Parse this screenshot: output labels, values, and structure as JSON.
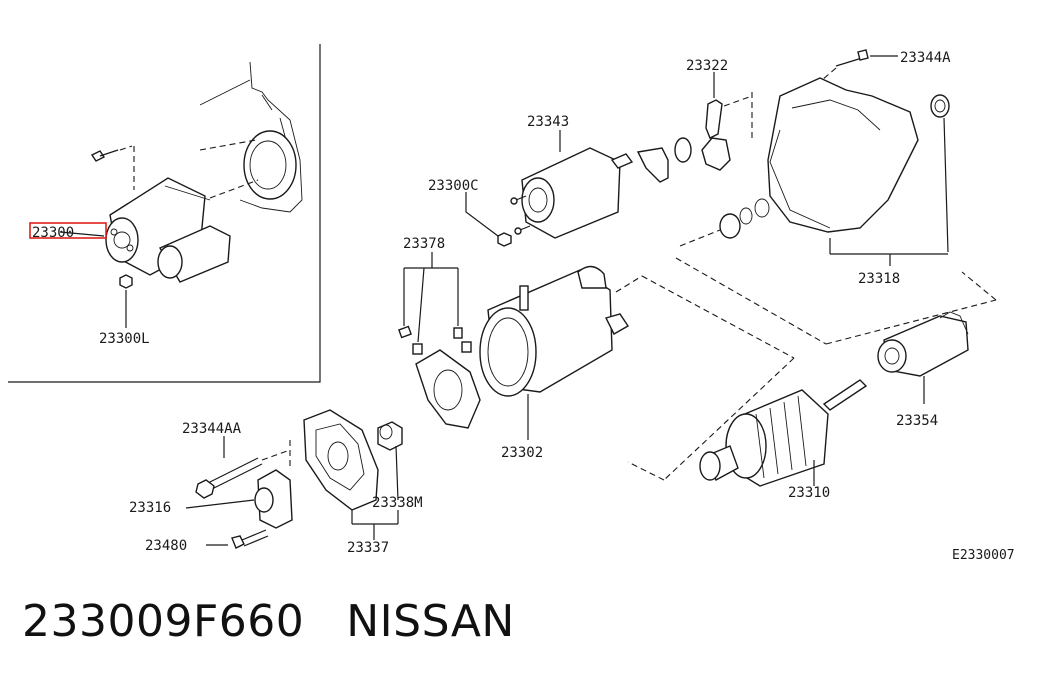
{
  "diagram": {
    "code": "E2330007",
    "labels": {
      "highlight": "23300",
      "l_23300L": "23300L",
      "l_23343": "23343",
      "l_23300C": "23300C",
      "l_23322": "23322",
      "l_23344A": "23344A",
      "l_23378": "23378",
      "l_23318": "23318",
      "l_23302": "23302",
      "l_23354": "23354",
      "l_23310": "23310",
      "l_23344AA": "23344AA",
      "l_23316": "23316",
      "l_23480": "23480",
      "l_23338M": "23338M",
      "l_23337": "23337"
    },
    "highlight_color": "#e0201a"
  },
  "footer": {
    "part_number": "233009F660",
    "brand": "NISSAN"
  }
}
